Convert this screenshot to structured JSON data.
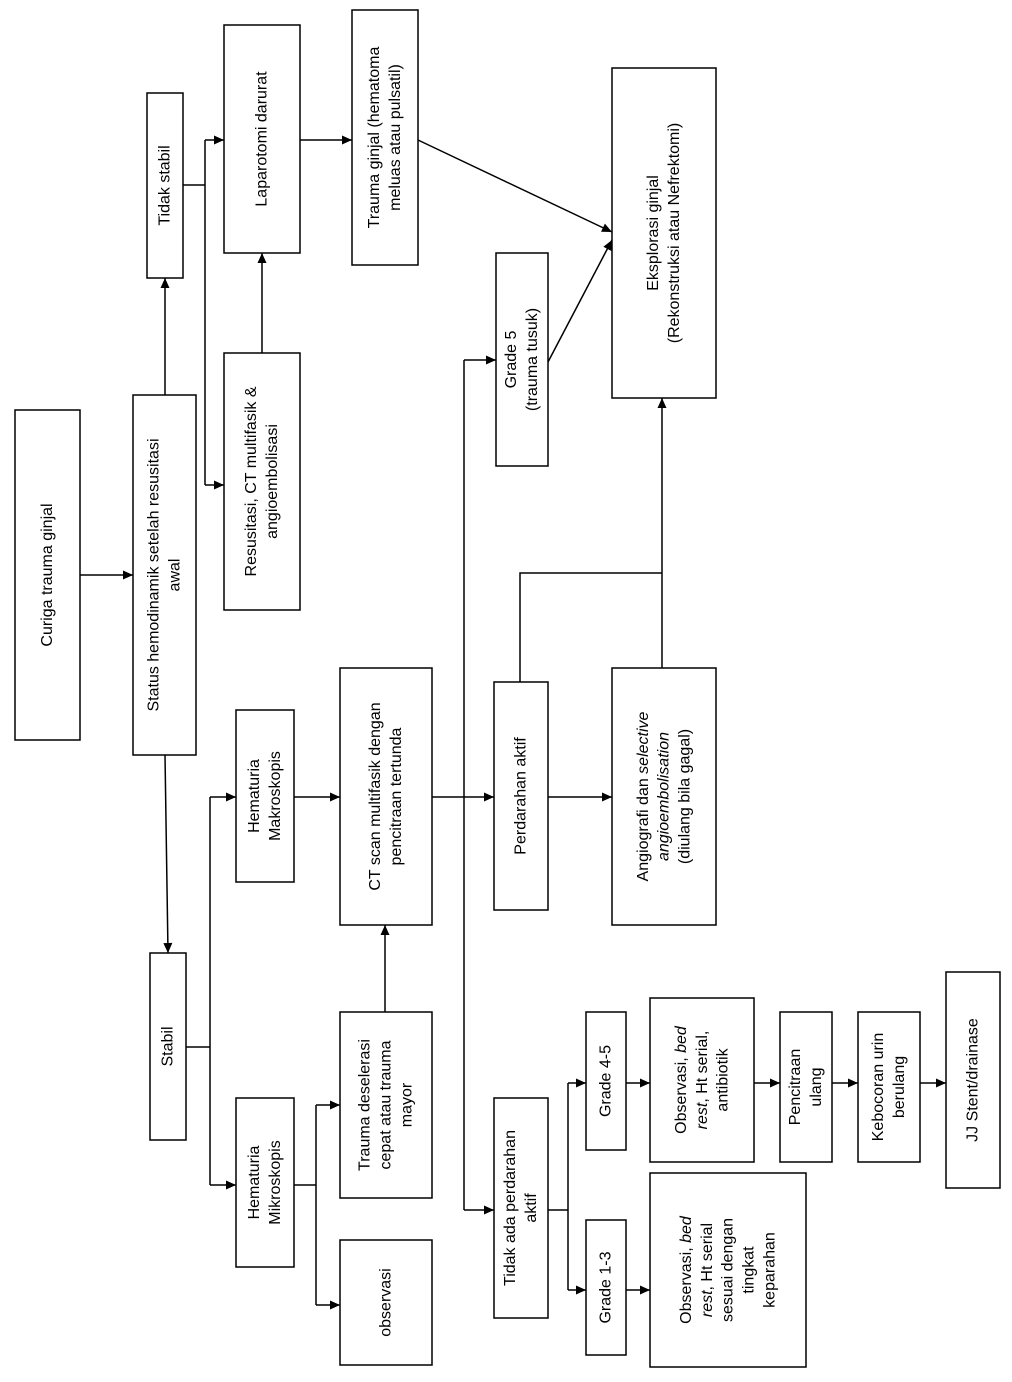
{
  "diagram": {
    "nodes": {
      "curiga": {
        "lines": [
          "Curiga trauma ginjal"
        ]
      },
      "status": {
        "lines": [
          "Status hemodinamik setelah resusitasi",
          "awal"
        ]
      },
      "tidak_stabil": {
        "lines": [
          "Tidak stabil"
        ]
      },
      "stabil": {
        "lines": [
          "Stabil"
        ]
      },
      "laparotomi": {
        "lines": [
          "Laparotomi darurat"
        ]
      },
      "resusitasi": {
        "lines": [
          "Resusitasi, CT multifasik &",
          "angioembolisasi"
        ]
      },
      "trauma_ginjal": {
        "lines": [
          "Trauma ginjal (hematoma",
          "meluas atau pulsatil)"
        ]
      },
      "eksplorasi": {
        "lines": [
          "Eksplorasi ginjal",
          "(Rekonstruksi atau Nefrektomi)"
        ]
      },
      "grade_5": {
        "lines": [
          "Grade 5",
          "(trauma tusuk)"
        ]
      },
      "hematuria_makroskopis": {
        "lines": [
          "Hematuria",
          "Makroskopis"
        ]
      },
      "ct_scan": {
        "lines": [
          "CT scan multifasik dengan",
          "pencitraan tertunda"
        ]
      },
      "perdarahan_aktif": {
        "lines": [
          "Perdarahan aktif"
        ]
      },
      "angiografi": {
        "lines": [
          [
            "Angiografi dan ",
            "selective"
          ],
          [
            "angioembolisation"
          ],
          [
            "(diulang bila gagal)"
          ]
        ]
      },
      "hematuria_mikroskopis": {
        "lines": [
          "Hematuria",
          "Mikroskopis"
        ]
      },
      "trauma_deselerasi": {
        "lines": [
          "Trauma deselerasi",
          "cepat atau trauma",
          "mayor"
        ]
      },
      "observasi_mikro": {
        "lines": [
          "observasi"
        ]
      },
      "tidak_ada_perdarahan": {
        "lines": [
          "Tidak ada perdarahan",
          "aktif"
        ]
      },
      "grade_4_5": {
        "lines": [
          "Grade 4-5"
        ]
      },
      "grade_1_3": {
        "lines": [
          "Grade 1-3"
        ]
      },
      "observasi_grade_4_5": {
        "lines": [
          [
            "Observasi, ",
            "bed"
          ],
          [
            "rest",
            ", Ht serial,"
          ],
          [
            "antibiotik"
          ]
        ]
      },
      "observasi_grade_1_3": {
        "lines": [
          [
            "Observasi, ",
            "bed"
          ],
          [
            "rest",
            ", Ht serial"
          ],
          [
            "sesuai dengan"
          ],
          [
            "tingkat"
          ],
          [
            "keparahan"
          ]
        ]
      },
      "pencitraan_ulang": {
        "lines": [
          "Pencitraan",
          "ulang"
        ]
      },
      "kebocoran_urin": {
        "lines": [
          "Kebocoran urin",
          "berulang"
        ]
      },
      "jj_stent": {
        "lines": [
          "JJ Stent/drainase"
        ]
      }
    }
  }
}
